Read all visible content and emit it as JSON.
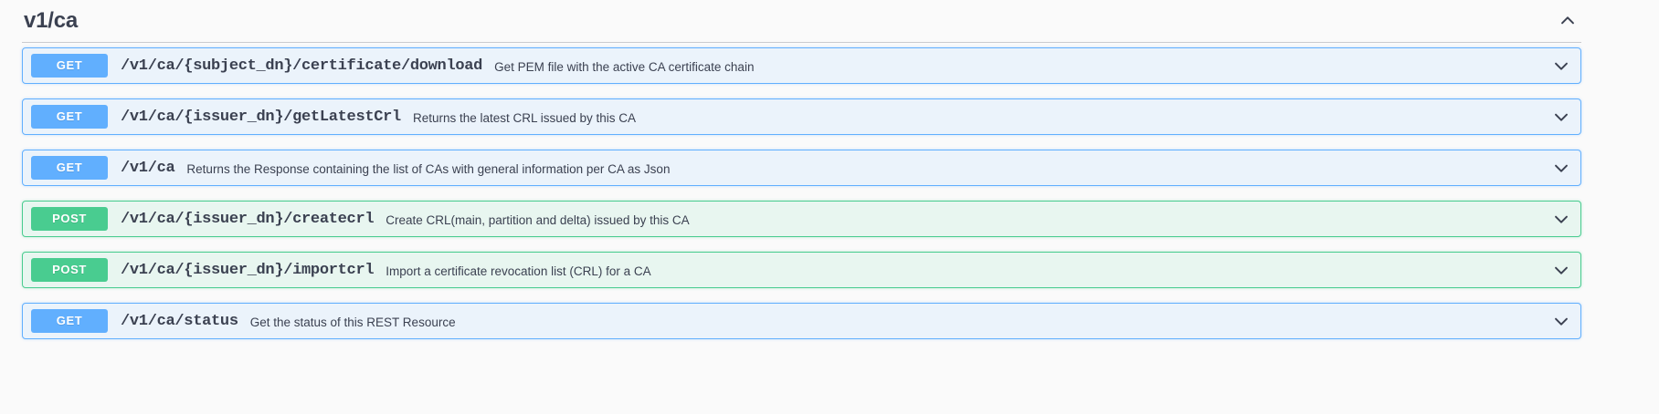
{
  "section": {
    "tag_name": "v1/ca",
    "expanded": true,
    "collapse_icon": "chevron-up-icon",
    "expand_icon": "chevron-down-icon"
  },
  "colors": {
    "get_badge": "#61affe",
    "get_bg": "#ebf3fb",
    "post_badge": "#49cc90",
    "post_bg": "#e8f6f0",
    "text": "#3b4151",
    "page_bg": "#fafafa"
  },
  "operations": [
    {
      "method": "GET",
      "method_class": "get",
      "path": "/v1/ca/{subject_dn}/certificate/download",
      "description": "Get PEM file with the active CA certificate chain"
    },
    {
      "method": "GET",
      "method_class": "get",
      "path": "/v1/ca/{issuer_dn}/getLatestCrl",
      "description": "Returns the latest CRL issued by this CA"
    },
    {
      "method": "GET",
      "method_class": "get",
      "path": "/v1/ca",
      "description": "Returns the Response containing the list of CAs with general information per CA as Json"
    },
    {
      "method": "POST",
      "method_class": "post",
      "path": "/v1/ca/{issuer_dn}/createcrl",
      "description": "Create CRL(main, partition and delta) issued by this CA"
    },
    {
      "method": "POST",
      "method_class": "post",
      "path": "/v1/ca/{issuer_dn}/importcrl",
      "description": "Import a certificate revocation list (CRL) for a CA"
    },
    {
      "method": "GET",
      "method_class": "get",
      "path": "/v1/ca/status",
      "description": "Get the status of this REST Resource"
    }
  ]
}
